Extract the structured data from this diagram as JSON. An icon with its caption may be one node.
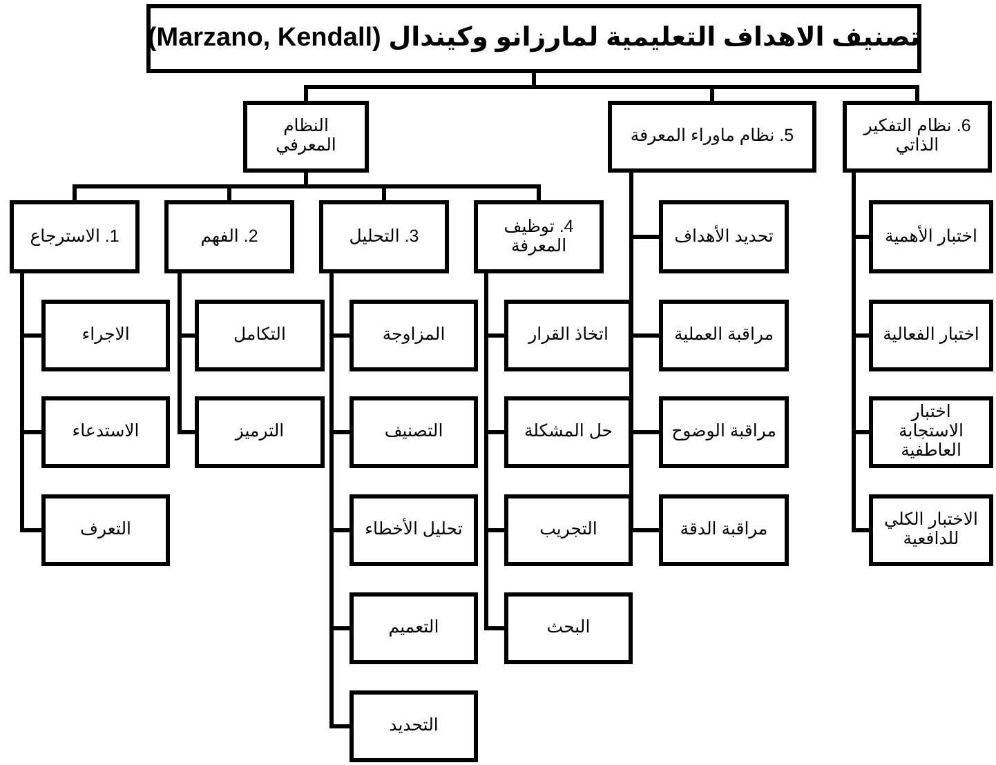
{
  "diagram": {
    "nodes": [
      {
        "text": [
          "تصنيف الاهداف التعليمية لمارزانو وكيندال (Marzano, Kendall)"
        ]
      },
      {
        "text": [
          "النظام المعرفي"
        ]
      },
      {
        "text": [
          "5. نظام ماوراء المعرفة"
        ]
      },
      {
        "text": [
          "6. نظام التفكير الذاتي"
        ]
      },
      {
        "text": [
          "1. الاسترجاع"
        ]
      },
      {
        "text": [
          "2. الفهم"
        ]
      },
      {
        "text": [
          "3. التحليل"
        ]
      },
      {
        "text": [
          "4. توظيف المعرفة"
        ]
      },
      {
        "text": [
          "الاجراء"
        ]
      },
      {
        "text": [
          "الاستدعاء"
        ]
      },
      {
        "text": [
          "التعرف"
        ]
      },
      {
        "text": [
          "التكامل"
        ]
      },
      {
        "text": [
          "الترميز"
        ]
      },
      {
        "text": [
          "المزاوجة"
        ]
      },
      {
        "text": [
          "التصنيف"
        ]
      },
      {
        "text": [
          "تحليل الأخطاء"
        ]
      },
      {
        "text": [
          "التعميم"
        ]
      },
      {
        "text": [
          "التحديد"
        ]
      },
      {
        "text": [
          "اتخاذ القرار"
        ]
      },
      {
        "text": [
          "حل المشكلة"
        ]
      },
      {
        "text": [
          "التجريب"
        ]
      },
      {
        "text": [
          "البحث"
        ]
      },
      {
        "text": [
          "تحديد الأهداف"
        ]
      },
      {
        "text": [
          "مراقبة العملية"
        ]
      },
      {
        "text": [
          "مراقبة الوضوح"
        ]
      },
      {
        "text": [
          "مراقبة الدقة"
        ]
      },
      {
        "text": [
          "اختبار الأهمية"
        ]
      },
      {
        "text": [
          "اختبار الفعالية"
        ]
      },
      {
        "text": [
          "اختبار الاستجابة العاطفية"
        ]
      },
      {
        "text": [
          "الاختبار الكلي للدافعية"
        ]
      }
    ],
    "edges": [
      {
        "from": 0,
        "to": 1,
        "arrow": "none"
      },
      {
        "from": 0,
        "to": 2,
        "arrow": "none"
      },
      {
        "from": 0,
        "to": 3,
        "arrow": "none"
      },
      {
        "from": 1,
        "to": 4,
        "arrow": "none"
      },
      {
        "from": 1,
        "to": 5,
        "arrow": "none"
      },
      {
        "from": 1,
        "to": 6,
        "arrow": "none"
      },
      {
        "from": 1,
        "to": 7,
        "arrow": "none"
      },
      {
        "from": 4,
        "to": 8,
        "arrow": "none"
      },
      {
        "from": 4,
        "to": 9,
        "arrow": "none"
      },
      {
        "from": 4,
        "to": 10,
        "arrow": "none"
      },
      {
        "from": 5,
        "to": 11,
        "arrow": "none"
      },
      {
        "from": 5,
        "to": 12,
        "arrow": "none"
      },
      {
        "from": 6,
        "to": 13,
        "arrow": "none"
      },
      {
        "from": 6,
        "to": 14,
        "arrow": "none"
      },
      {
        "from": 6,
        "to": 15,
        "arrow": "none"
      },
      {
        "from": 6,
        "to": 16,
        "arrow": "none"
      },
      {
        "from": 6,
        "to": 17,
        "arrow": "none"
      },
      {
        "from": 7,
        "to": 18,
        "arrow": "none"
      },
      {
        "from": 7,
        "to": 19,
        "arrow": "none"
      },
      {
        "from": 7,
        "to": 20,
        "arrow": "none"
      },
      {
        "from": 7,
        "to": 21,
        "arrow": "none"
      },
      {
        "from": 2,
        "to": 22,
        "arrow": "none"
      },
      {
        "from": 2,
        "to": 23,
        "arrow": "none"
      },
      {
        "from": 2,
        "to": 24,
        "arrow": "none"
      },
      {
        "from": 2,
        "to": 25,
        "arrow": "none"
      },
      {
        "from": 3,
        "to": 26,
        "arrow": "none"
      },
      {
        "from": 3,
        "to": 27,
        "arrow": "none"
      },
      {
        "from": 3,
        "to": 28,
        "arrow": "none"
      },
      {
        "from": 3,
        "to": 29,
        "arrow": "none"
      }
    ]
  }
}
